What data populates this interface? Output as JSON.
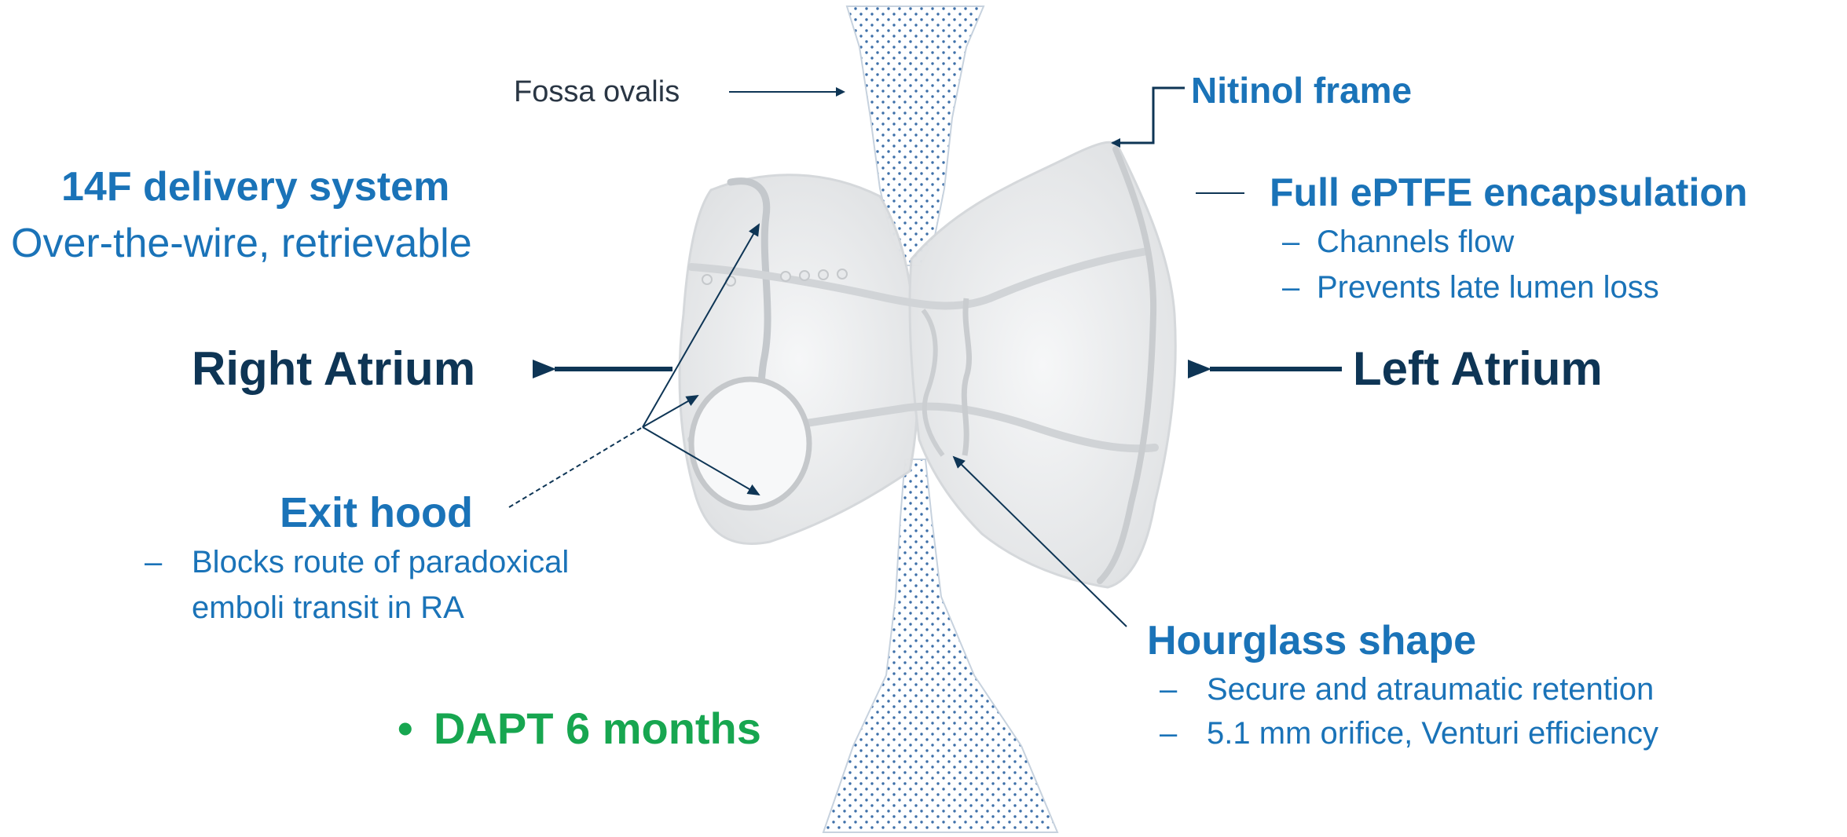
{
  "labels": {
    "fossa_ovalis": "Fossa ovalis",
    "nitinol_frame": "Nitinol frame",
    "delivery_title": "14F delivery system",
    "delivery_sub": "Over-the-wire, retrievable",
    "encapsulation_title": "Full ePTFE encapsulation",
    "encapsulation_bullets": [
      "Channels flow",
      "Prevents late lumen loss"
    ],
    "right_atrium": "Right Atrium",
    "left_atrium": "Left Atrium",
    "exit_hood_title": "Exit hood",
    "exit_hood_bullets": [
      "Blocks route of paradoxical",
      "emboli transit in RA"
    ],
    "hourglass_title": "Hourglass shape",
    "hourglass_bullets": [
      "Secure and atraumatic retention",
      "5.1 mm orifice, Venturi efficiency"
    ],
    "dapt": "DAPT 6 months",
    "dash": "–",
    "bullet": "•"
  },
  "colors": {
    "blue": "#1a73b8",
    "navy": "#0e3555",
    "green": "#17a650",
    "septum_dot": "#3d6fa8",
    "device_fill": "#ecedee",
    "device_edge": "#c9cccf"
  }
}
